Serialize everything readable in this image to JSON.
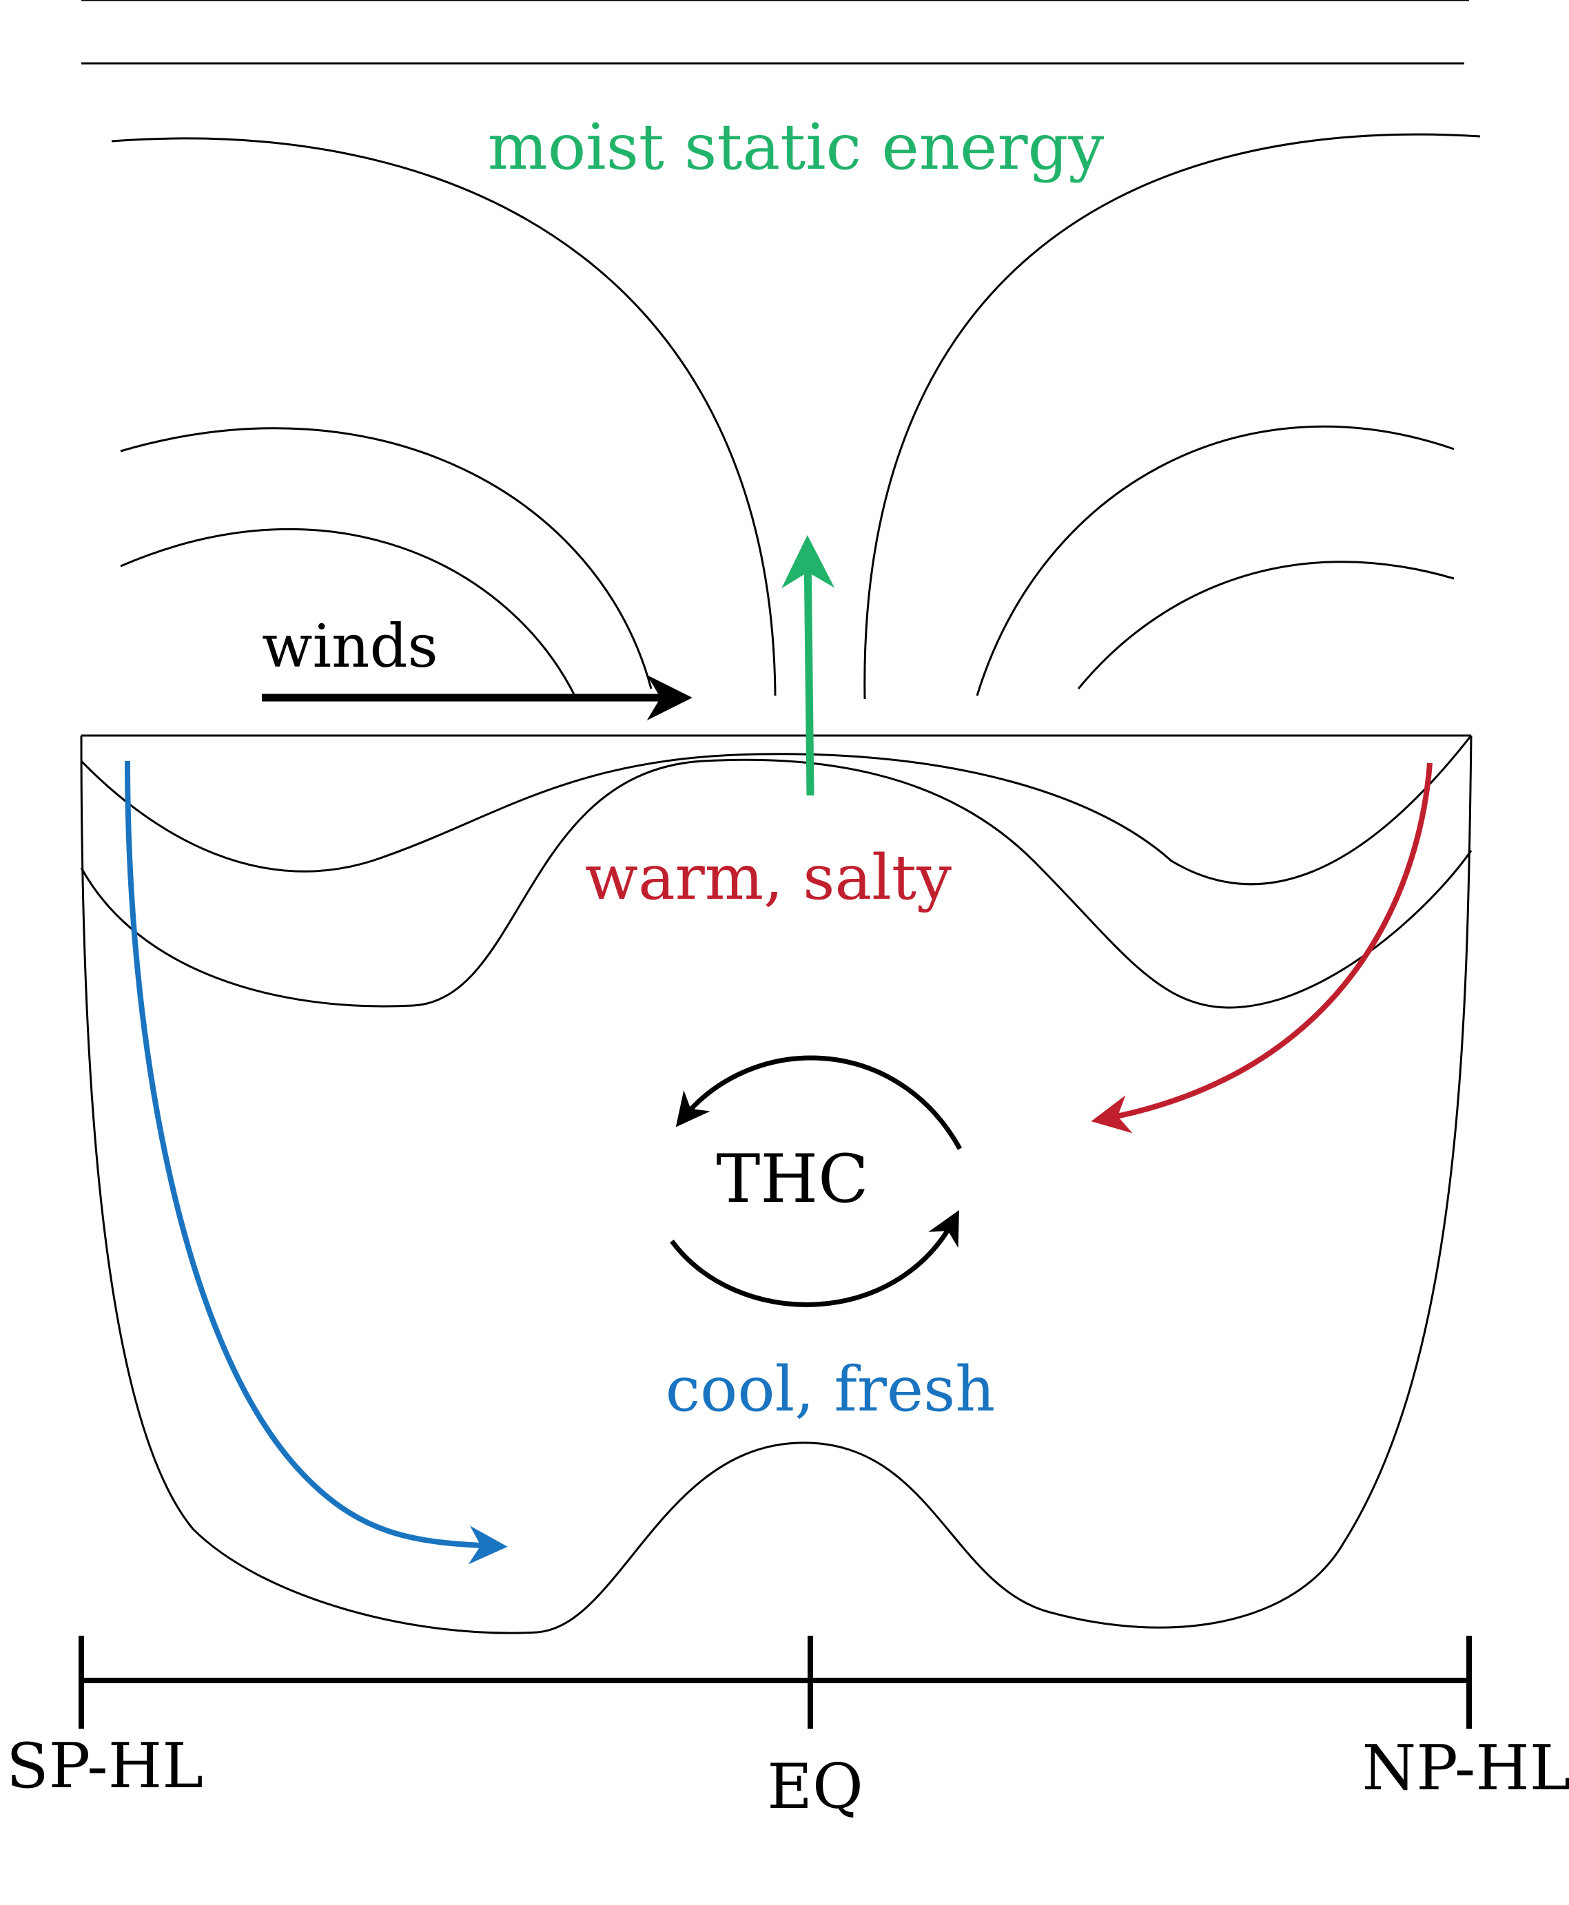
{
  "labels": {
    "moist_static_energy": "moist static energy",
    "winds": "winds",
    "warm_salty": "warm, salty",
    "thc": "THC",
    "cool_fresh": "cool, fresh",
    "sp_hl": "SP-HL",
    "eq": "EQ",
    "np_hl": "NP-HL"
  },
  "colors": {
    "green": "#22b36b",
    "red": "#c0202e",
    "blue": "#1a74bf",
    "black": "#000000"
  }
}
